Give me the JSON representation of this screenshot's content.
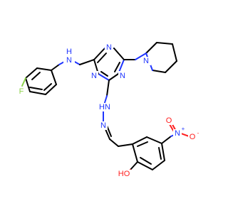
{
  "molecule": {
    "atoms": {
      "fluorine": "F",
      "amine_n": "N",
      "amine_h": "H",
      "triazine_n_top": "N",
      "triazine_n_left": "N",
      "triazine_n_bottom": "N",
      "piperidine_n": "N",
      "hydrazone_nh": "HN",
      "hydrazone_n": "N",
      "nitro_n": "N",
      "nitro_charge_plus": "+",
      "nitro_o_top": "O",
      "nitro_o_right": "O",
      "nitro_charge_minus": "-",
      "hydroxyl_o": "HO",
      "hydroxyl_h": ""
    },
    "colors": {
      "carbon": "#000000",
      "nitrogen": "#1f35ff",
      "oxygen": "#ff1f1f",
      "fluorine": "#8bd24a"
    }
  }
}
